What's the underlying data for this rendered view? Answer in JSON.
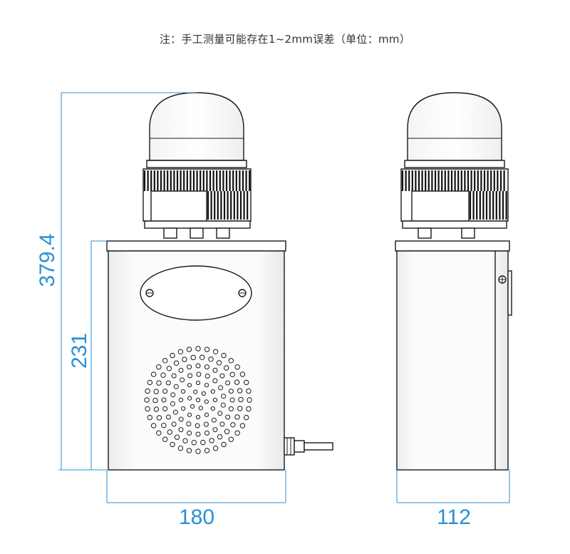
{
  "note": "注：手工测量可能存在1~2mm误差（单位：mm）",
  "dimensions": {
    "total_height": "379.4",
    "box_height": "231",
    "front_width": "180",
    "side_width": "112"
  },
  "colors": {
    "dimension": "#2a8fd6",
    "outline": "#1a1a1a",
    "hatch": "#111111"
  }
}
